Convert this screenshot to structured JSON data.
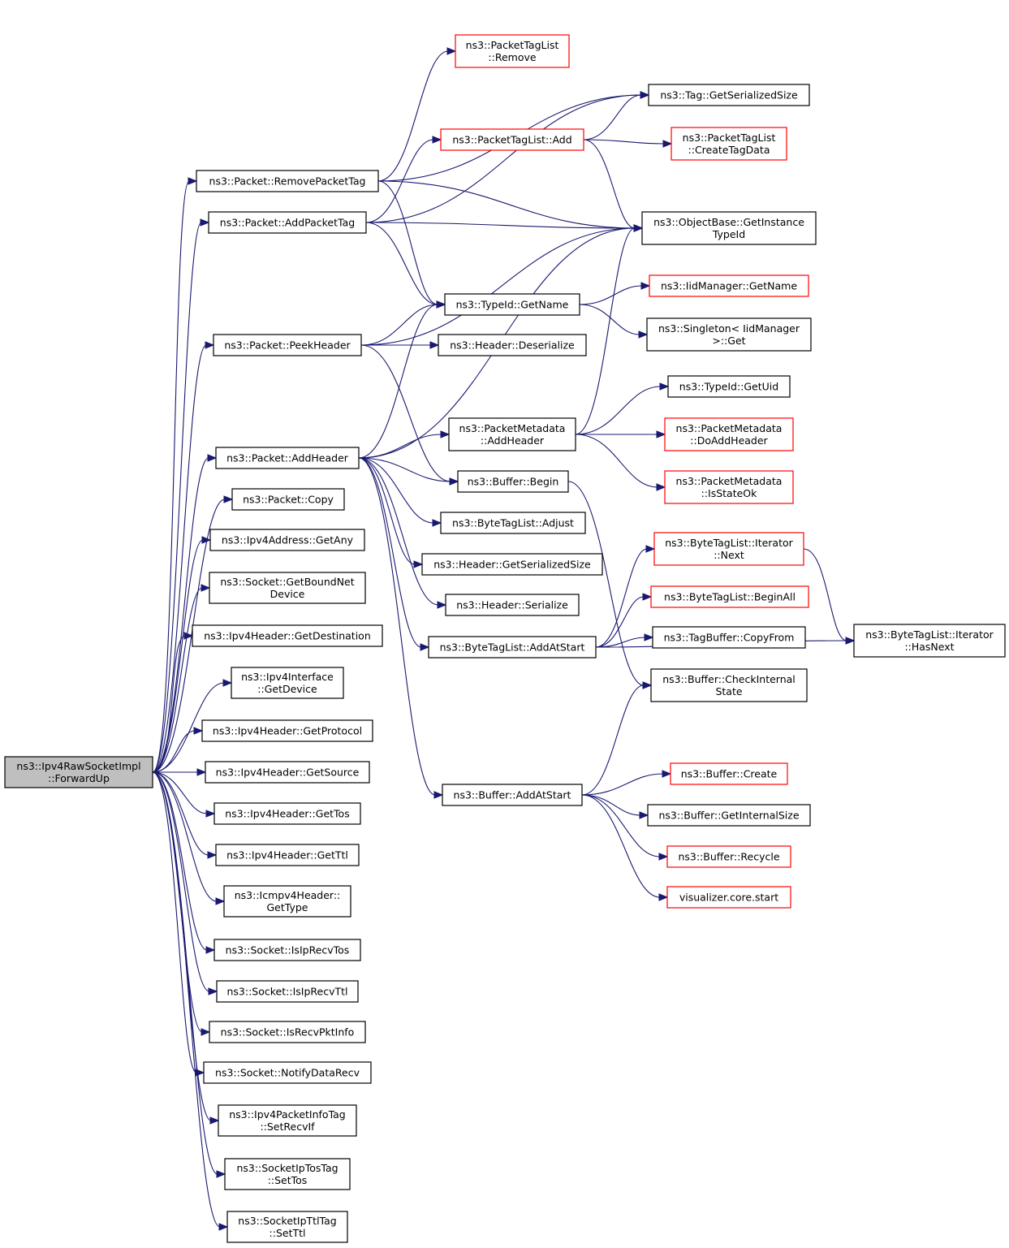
{
  "colors": {
    "edge": "#191970",
    "node_border": "#000000",
    "node_border_truncated": "#ff0000",
    "root_fill": "#bfbfbf"
  },
  "nodes": [
    {
      "id": "root",
      "lines": [
        "ns3::Ipv4RawSocketImpl",
        "::ForwardUp"
      ],
      "root": true
    },
    {
      "id": "removePacketTag",
      "lines": [
        "ns3::Packet::RemovePacketTag"
      ]
    },
    {
      "id": "addPacketTag",
      "lines": [
        "ns3::Packet::AddPacketTag"
      ]
    },
    {
      "id": "peekHeader",
      "lines": [
        "ns3::Packet::PeekHeader"
      ]
    },
    {
      "id": "addHeader",
      "lines": [
        "ns3::Packet::AddHeader"
      ]
    },
    {
      "id": "copy",
      "lines": [
        "ns3::Packet::Copy"
      ]
    },
    {
      "id": "getAny",
      "lines": [
        "ns3::Ipv4Address::GetAny"
      ]
    },
    {
      "id": "getBoundNetDevice",
      "lines": [
        "ns3::Socket::GetBoundNet",
        "Device"
      ]
    },
    {
      "id": "getDestination",
      "lines": [
        "ns3::Ipv4Header::GetDestination"
      ]
    },
    {
      "id": "ifGetDevice",
      "lines": [
        "ns3::Ipv4Interface",
        "::GetDevice"
      ]
    },
    {
      "id": "getProtocol",
      "lines": [
        "ns3::Ipv4Header::GetProtocol"
      ]
    },
    {
      "id": "getSource",
      "lines": [
        "ns3::Ipv4Header::GetSource"
      ]
    },
    {
      "id": "getTos",
      "lines": [
        "ns3::Ipv4Header::GetTos"
      ]
    },
    {
      "id": "getTtl",
      "lines": [
        "ns3::Ipv4Header::GetTtl"
      ]
    },
    {
      "id": "icmpGetType",
      "lines": [
        "ns3::Icmpv4Header::",
        "GetType"
      ]
    },
    {
      "id": "isIpRecvTos",
      "lines": [
        "ns3::Socket::IsIpRecvTos"
      ]
    },
    {
      "id": "isIpRecvTtl",
      "lines": [
        "ns3::Socket::IsIpRecvTtl"
      ]
    },
    {
      "id": "isRecvPktInfo",
      "lines": [
        "ns3::Socket::IsRecvPktInfo"
      ]
    },
    {
      "id": "notifyDataRecv",
      "lines": [
        "ns3::Socket::NotifyDataRecv"
      ]
    },
    {
      "id": "setRecvIf",
      "lines": [
        "ns3::Ipv4PacketInfoTag",
        "::SetRecvIf"
      ]
    },
    {
      "id": "setTos",
      "lines": [
        "ns3::SocketIpTosTag",
        "::SetTos"
      ]
    },
    {
      "id": "setTtl",
      "lines": [
        "ns3::SocketIpTtlTag",
        "::SetTtl"
      ]
    },
    {
      "id": "ptlRemove",
      "lines": [
        "ns3::PacketTagList",
        "::Remove"
      ],
      "truncated": true
    },
    {
      "id": "ptlAdd",
      "lines": [
        "ns3::PacketTagList::Add"
      ],
      "truncated": true
    },
    {
      "id": "typeIdGetName",
      "lines": [
        "ns3::TypeId::GetName"
      ]
    },
    {
      "id": "headerDeserialize",
      "lines": [
        "ns3::Header::Deserialize"
      ]
    },
    {
      "id": "pmAddHeader",
      "lines": [
        "ns3::PacketMetadata",
        "::AddHeader"
      ]
    },
    {
      "id": "bufferBegin",
      "lines": [
        "ns3::Buffer::Begin"
      ]
    },
    {
      "id": "btlAdjust",
      "lines": [
        "ns3::ByteTagList::Adjust"
      ]
    },
    {
      "id": "headerGetSerializedSize",
      "lines": [
        "ns3::Header::GetSerializedSize"
      ]
    },
    {
      "id": "headerSerialize",
      "lines": [
        "ns3::Header::Serialize"
      ]
    },
    {
      "id": "btlAddAtStart",
      "lines": [
        "ns3::ByteTagList::AddAtStart"
      ]
    },
    {
      "id": "bufferAddAtStart",
      "lines": [
        "ns3::Buffer::AddAtStart"
      ]
    },
    {
      "id": "tagGetSerializedSize",
      "lines": [
        "ns3::Tag::GetSerializedSize"
      ]
    },
    {
      "id": "ptlCreateTagData",
      "lines": [
        "ns3::PacketTagList",
        "::CreateTagData"
      ],
      "truncated": true
    },
    {
      "id": "getInstanceTypeId",
      "lines": [
        "ns3::ObjectBase::GetInstance",
        "TypeId"
      ]
    },
    {
      "id": "iidGetName",
      "lines": [
        "ns3::IidManager::GetName"
      ],
      "truncated": true
    },
    {
      "id": "singletonGet",
      "lines": [
        "ns3::Singleton< IidManager",
        ">::Get"
      ]
    },
    {
      "id": "getUid",
      "lines": [
        "ns3::TypeId::GetUid"
      ]
    },
    {
      "id": "pmDoAddHeader",
      "lines": [
        "ns3::PacketMetadata",
        "::DoAddHeader"
      ],
      "truncated": true
    },
    {
      "id": "pmIsStateOk",
      "lines": [
        "ns3::PacketMetadata",
        "::IsStateOk"
      ],
      "truncated": true
    },
    {
      "id": "iterNext",
      "lines": [
        "ns3::ByteTagList::Iterator",
        "::Next"
      ],
      "truncated": true
    },
    {
      "id": "beginAll",
      "lines": [
        "ns3::ByteTagList::BeginAll"
      ],
      "truncated": true
    },
    {
      "id": "tagBufferCopyFrom",
      "lines": [
        "ns3::TagBuffer::CopyFrom"
      ]
    },
    {
      "id": "checkInternalState",
      "lines": [
        "ns3::Buffer::CheckInternal",
        "State"
      ]
    },
    {
      "id": "bufferCreate",
      "lines": [
        "ns3::Buffer::Create"
      ],
      "truncated": true
    },
    {
      "id": "getInternalSize",
      "lines": [
        "ns3::Buffer::GetInternalSize"
      ]
    },
    {
      "id": "bufferRecycle",
      "lines": [
        "ns3::Buffer::Recycle"
      ],
      "truncated": true
    },
    {
      "id": "vizStart",
      "lines": [
        "visualizer.core.start"
      ],
      "truncated": true
    },
    {
      "id": "iterHasNext",
      "lines": [
        "ns3::ByteTagList::Iterator",
        "::HasNext"
      ]
    }
  ],
  "edges": [
    [
      "root",
      "removePacketTag"
    ],
    [
      "root",
      "addPacketTag"
    ],
    [
      "root",
      "peekHeader"
    ],
    [
      "root",
      "addHeader"
    ],
    [
      "root",
      "copy"
    ],
    [
      "root",
      "getAny"
    ],
    [
      "root",
      "getBoundNetDevice"
    ],
    [
      "root",
      "getDestination"
    ],
    [
      "root",
      "ifGetDevice"
    ],
    [
      "root",
      "getProtocol"
    ],
    [
      "root",
      "getSource"
    ],
    [
      "root",
      "getTos"
    ],
    [
      "root",
      "getTtl"
    ],
    [
      "root",
      "icmpGetType"
    ],
    [
      "root",
      "isIpRecvTos"
    ],
    [
      "root",
      "isIpRecvTtl"
    ],
    [
      "root",
      "isRecvPktInfo"
    ],
    [
      "root",
      "notifyDataRecv"
    ],
    [
      "root",
      "setRecvIf"
    ],
    [
      "root",
      "setTos"
    ],
    [
      "root",
      "setTtl"
    ],
    [
      "removePacketTag",
      "ptlRemove"
    ],
    [
      "removePacketTag",
      "tagGetSerializedSize"
    ],
    [
      "removePacketTag",
      "getInstanceTypeId"
    ],
    [
      "removePacketTag",
      "typeIdGetName"
    ],
    [
      "addPacketTag",
      "ptlAdd"
    ],
    [
      "addPacketTag",
      "tagGetSerializedSize"
    ],
    [
      "addPacketTag",
      "getInstanceTypeId"
    ],
    [
      "addPacketTag",
      "typeIdGetName"
    ],
    [
      "ptlAdd",
      "tagGetSerializedSize"
    ],
    [
      "ptlAdd",
      "ptlCreateTagData"
    ],
    [
      "ptlAdd",
      "getInstanceTypeId"
    ],
    [
      "peekHeader",
      "getInstanceTypeId"
    ],
    [
      "peekHeader",
      "typeIdGetName"
    ],
    [
      "peekHeader",
      "headerDeserialize"
    ],
    [
      "peekHeader",
      "bufferBegin"
    ],
    [
      "typeIdGetName",
      "iidGetName"
    ],
    [
      "typeIdGetName",
      "singletonGet"
    ],
    [
      "addHeader",
      "typeIdGetName"
    ],
    [
      "addHeader",
      "getInstanceTypeId"
    ],
    [
      "addHeader",
      "pmAddHeader"
    ],
    [
      "addHeader",
      "bufferBegin"
    ],
    [
      "addHeader",
      "btlAdjust"
    ],
    [
      "addHeader",
      "headerGetSerializedSize"
    ],
    [
      "addHeader",
      "headerSerialize"
    ],
    [
      "addHeader",
      "btlAddAtStart"
    ],
    [
      "addHeader",
      "bufferAddAtStart"
    ],
    [
      "pmAddHeader",
      "getInstanceTypeId"
    ],
    [
      "pmAddHeader",
      "getUid"
    ],
    [
      "pmAddHeader",
      "pmDoAddHeader"
    ],
    [
      "pmAddHeader",
      "pmIsStateOk"
    ],
    [
      "bufferBegin",
      "checkInternalState"
    ],
    [
      "btlAddAtStart",
      "iterNext"
    ],
    [
      "btlAddAtStart",
      "beginAll"
    ],
    [
      "btlAddAtStart",
      "tagBufferCopyFrom"
    ],
    [
      "btlAddAtStart",
      "iterHasNext"
    ],
    [
      "iterNext",
      "iterHasNext"
    ],
    [
      "bufferAddAtStart",
      "checkInternalState"
    ],
    [
      "bufferAddAtStart",
      "bufferCreate"
    ],
    [
      "bufferAddAtStart",
      "getInternalSize"
    ],
    [
      "bufferAddAtStart",
      "bufferRecycle"
    ],
    [
      "bufferAddAtStart",
      "vizStart"
    ]
  ]
}
